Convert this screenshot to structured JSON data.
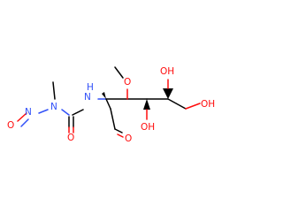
{
  "molecule": {
    "atoms": {
      "nitroso_O": "O",
      "nitroso_N": "N",
      "urea_N1": "N",
      "urea_N2": "N",
      "urea_O": "O",
      "H_NH": "H",
      "methoxy_O": "O",
      "aldehyde_O": "O",
      "OH_top": "OH",
      "OH_right": "OH",
      "OH_bottom": "OH"
    },
    "colors": {
      "carbon": "#000000",
      "nitrogen": "#3050F8",
      "oxygen": "#FF0D0D"
    }
  }
}
